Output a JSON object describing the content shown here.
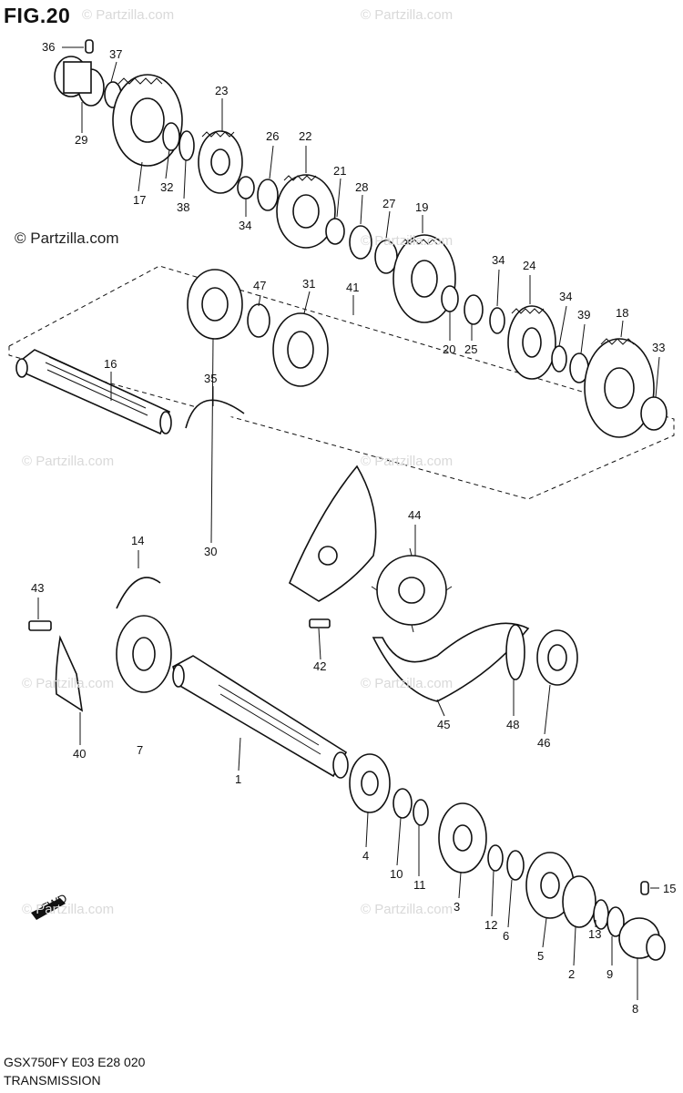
{
  "figure": {
    "title": "FIG.20",
    "copyright": "© Partzilla.com",
    "watermark": "© Partzilla.com",
    "model_code": "GSX750FY E03 E28  020",
    "section_name": "TRANSMISSION",
    "fwd_label": "FWD"
  },
  "callouts": [
    "36",
    "37",
    "29",
    "17",
    "32",
    "38",
    "23",
    "34",
    "26",
    "22",
    "21",
    "28",
    "27",
    "19",
    "20",
    "25",
    "34",
    "24",
    "34",
    "39",
    "18",
    "33",
    "16",
    "35",
    "47",
    "31",
    "41",
    "30",
    "44",
    "14",
    "43",
    "42",
    "7",
    "40",
    "45",
    "48",
    "46",
    "1",
    "4",
    "10",
    "11",
    "3",
    "12",
    "6",
    "5",
    "2",
    "13",
    "9",
    "8",
    "15"
  ]
}
